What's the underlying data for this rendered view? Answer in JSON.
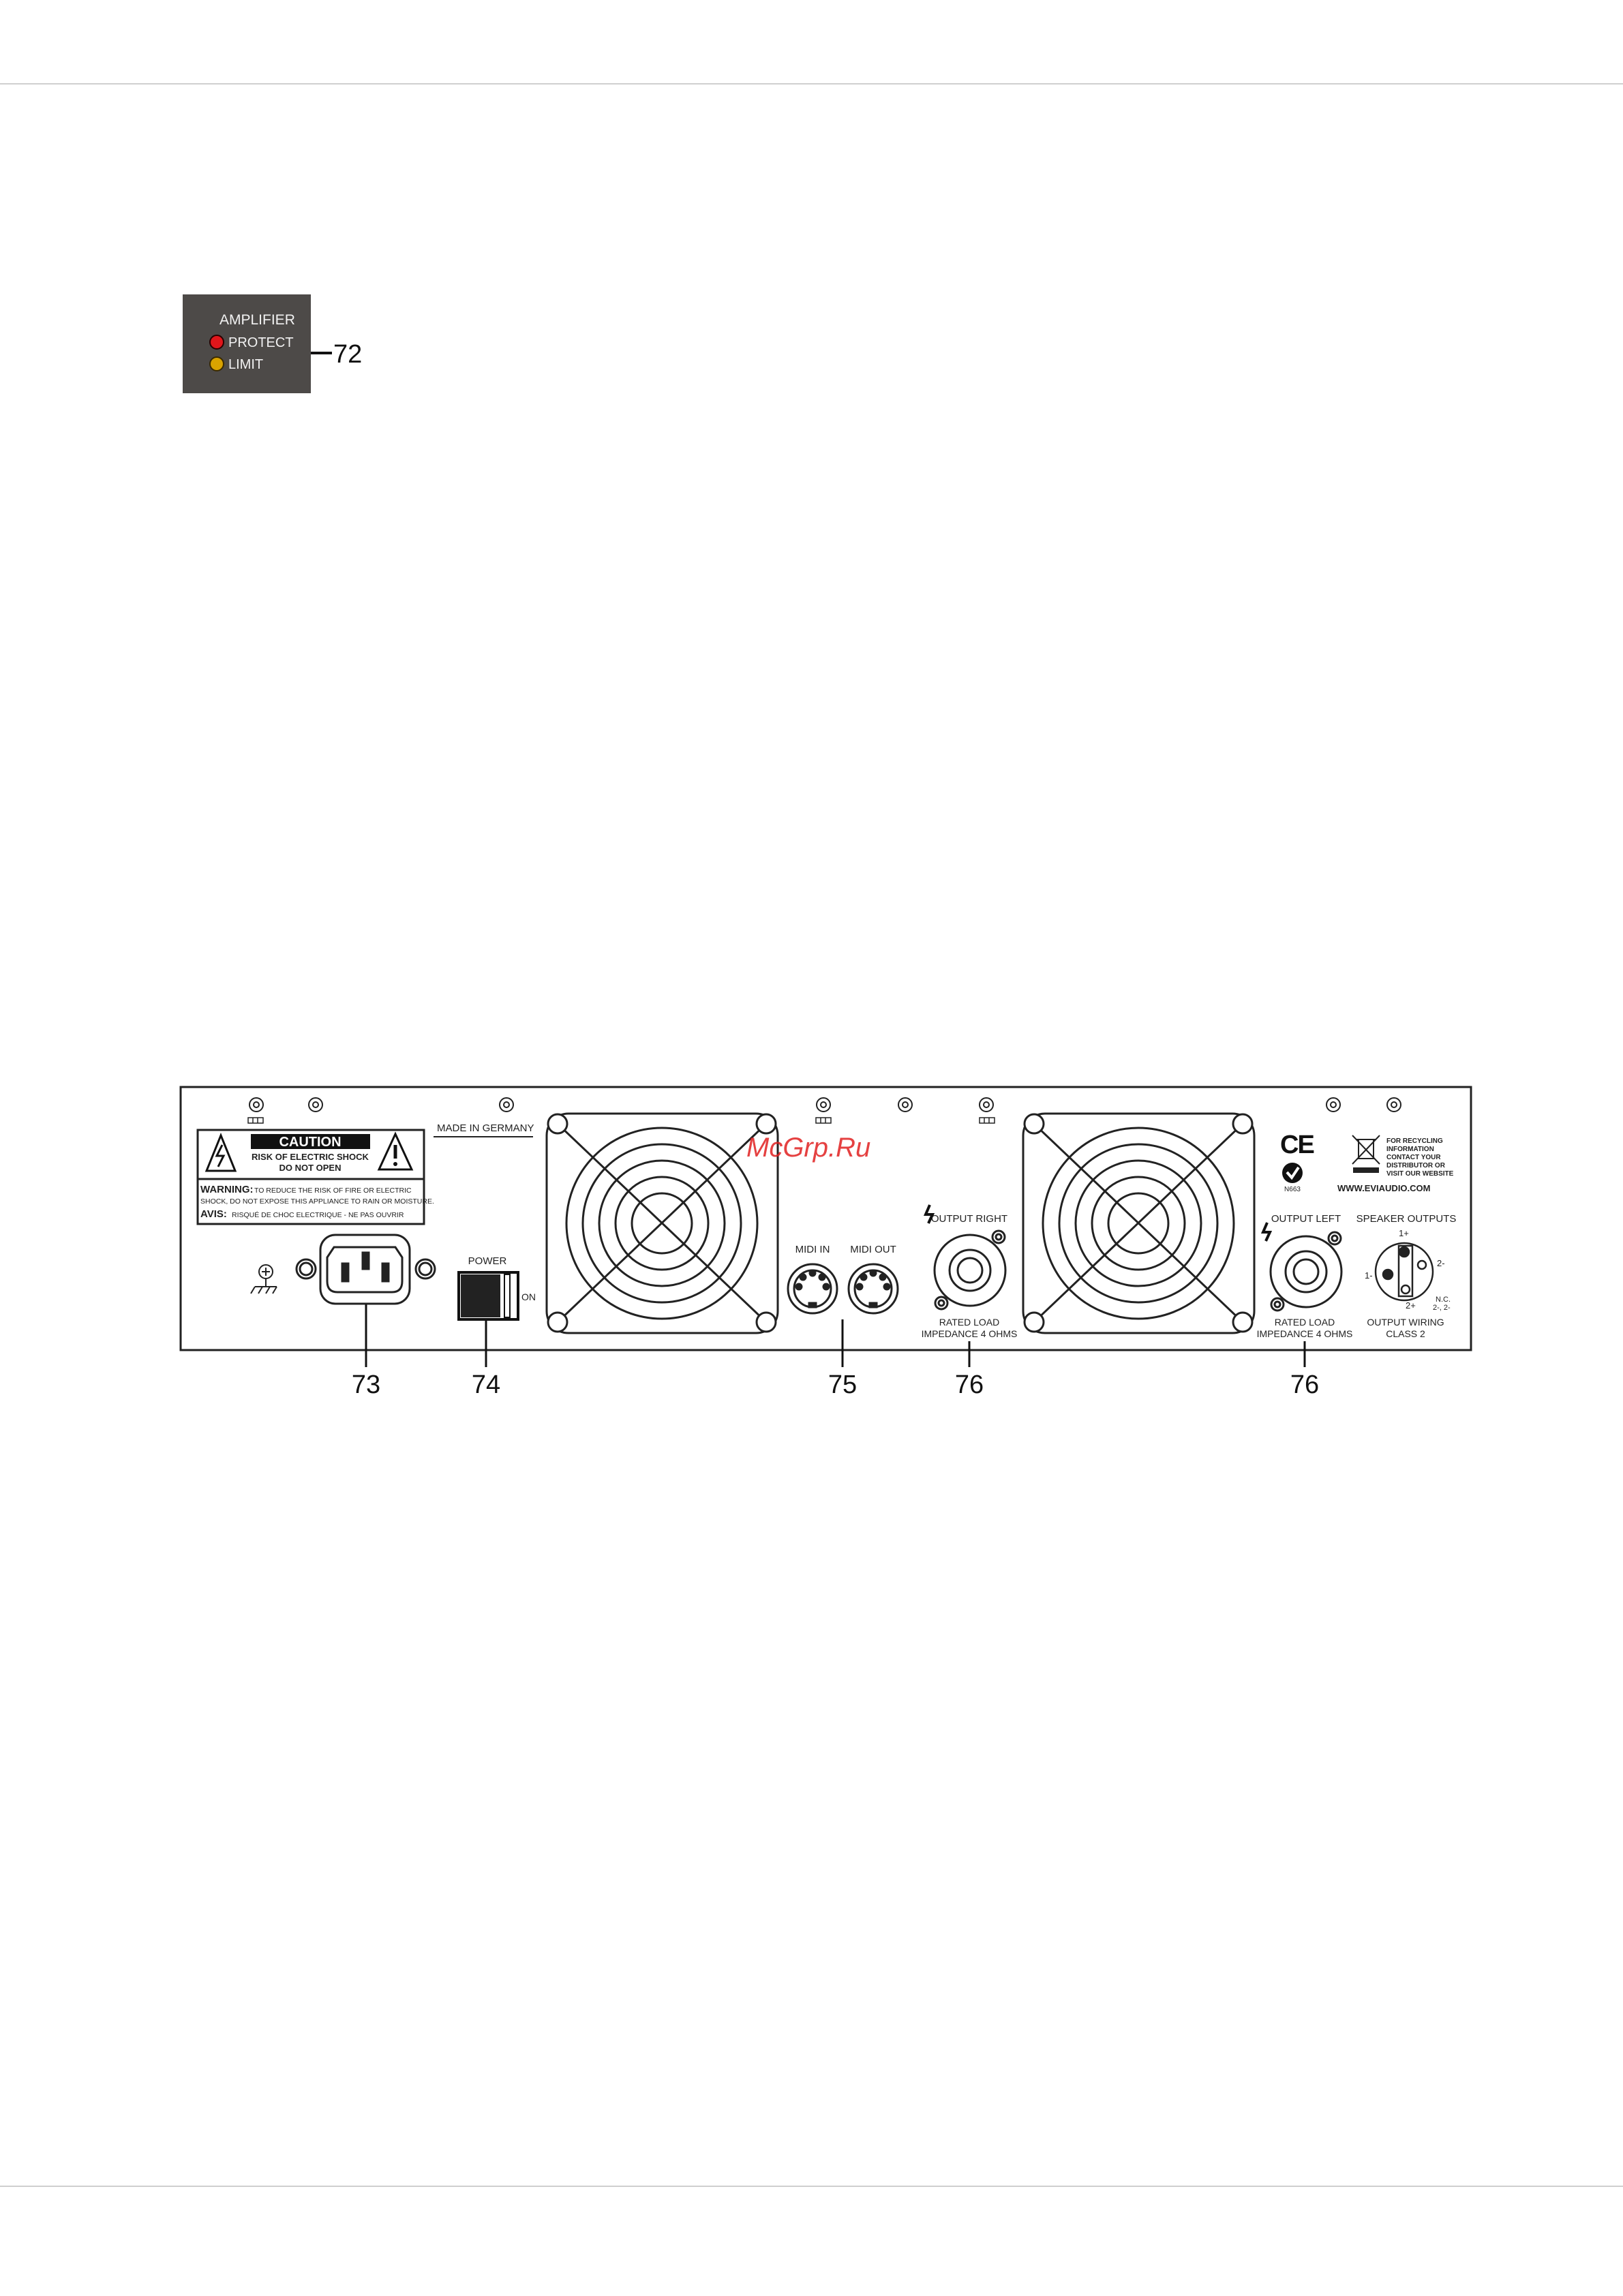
{
  "watermark": "McGrp.Ru",
  "amplifier_panel": {
    "title": "AMPLIFIER",
    "protect_label": "PROTECT",
    "limit_label": "LIMIT",
    "protect_color": "#e0161b",
    "limit_color": "#d9a300",
    "panel_color": "#4d4a48"
  },
  "callouts": {
    "c72": "72",
    "c73": "73",
    "c74": "74",
    "c75": "75",
    "c76a": "76",
    "c76b": "76"
  },
  "rear_panel": {
    "made_in": "MADE IN GERMANY",
    "caution": {
      "title": "CAUTION",
      "line1": "RISK OF ELECTRIC SHOCK",
      "line2": "DO NOT OPEN",
      "warning_head": "WARNING:",
      "warning_text1": "TO REDUCE THE RISK OF FIRE OR ELECTRIC",
      "warning_text2": "SHOCK, DO NOT EXPOSE THIS APPLIANCE TO RAIN OR MOISTURE.",
      "avis_head": "AVIS:",
      "avis_text": "RISQUÉ DE CHOC ELECTRIQUE - NE PAS OUVRIR"
    },
    "power_label": "POWER",
    "on_label": "ON",
    "midi_in": "MIDI IN",
    "midi_out": "MIDI OUT",
    "output_right": "OUTPUT RIGHT",
    "output_left": "OUTPUT LEFT",
    "rated_load_r1": "RATED LOAD",
    "rated_load_r2": "IMPEDANCE 4 OHMS",
    "rated_load_l1": "RATED LOAD",
    "rated_load_l2": "IMPEDANCE 4 OHMS",
    "ce_mark": "CE",
    "n_number": "N663",
    "recycling1": "FOR RECYCLING",
    "recycling2": "INFORMATION",
    "recycling3": "CONTACT YOUR",
    "recycling4": "DISTRIBUTOR OR",
    "recycling5": "VISIT OUR WEBSITE",
    "website": "WWW.EVIAUDIO.COM",
    "speaker_outputs": "SPEAKER OUTPUTS",
    "pin_1plus": "1+",
    "pin_2minus": "2-",
    "pin_1minus": "1-",
    "pin_2plus": "2+",
    "pin_nc": "N.C.",
    "pin_2m2m": "2-, 2-",
    "output_wiring": "OUTPUT WIRING",
    "class2": "CLASS 2"
  },
  "icons": [
    "warning-lightning-icon",
    "warning-exclamation-icon",
    "ground-symbol-icon",
    "fan-grille-icon",
    "midi-din-icon",
    "speakon-icon",
    "ce-mark-icon",
    "recycle-bin-icon"
  ]
}
